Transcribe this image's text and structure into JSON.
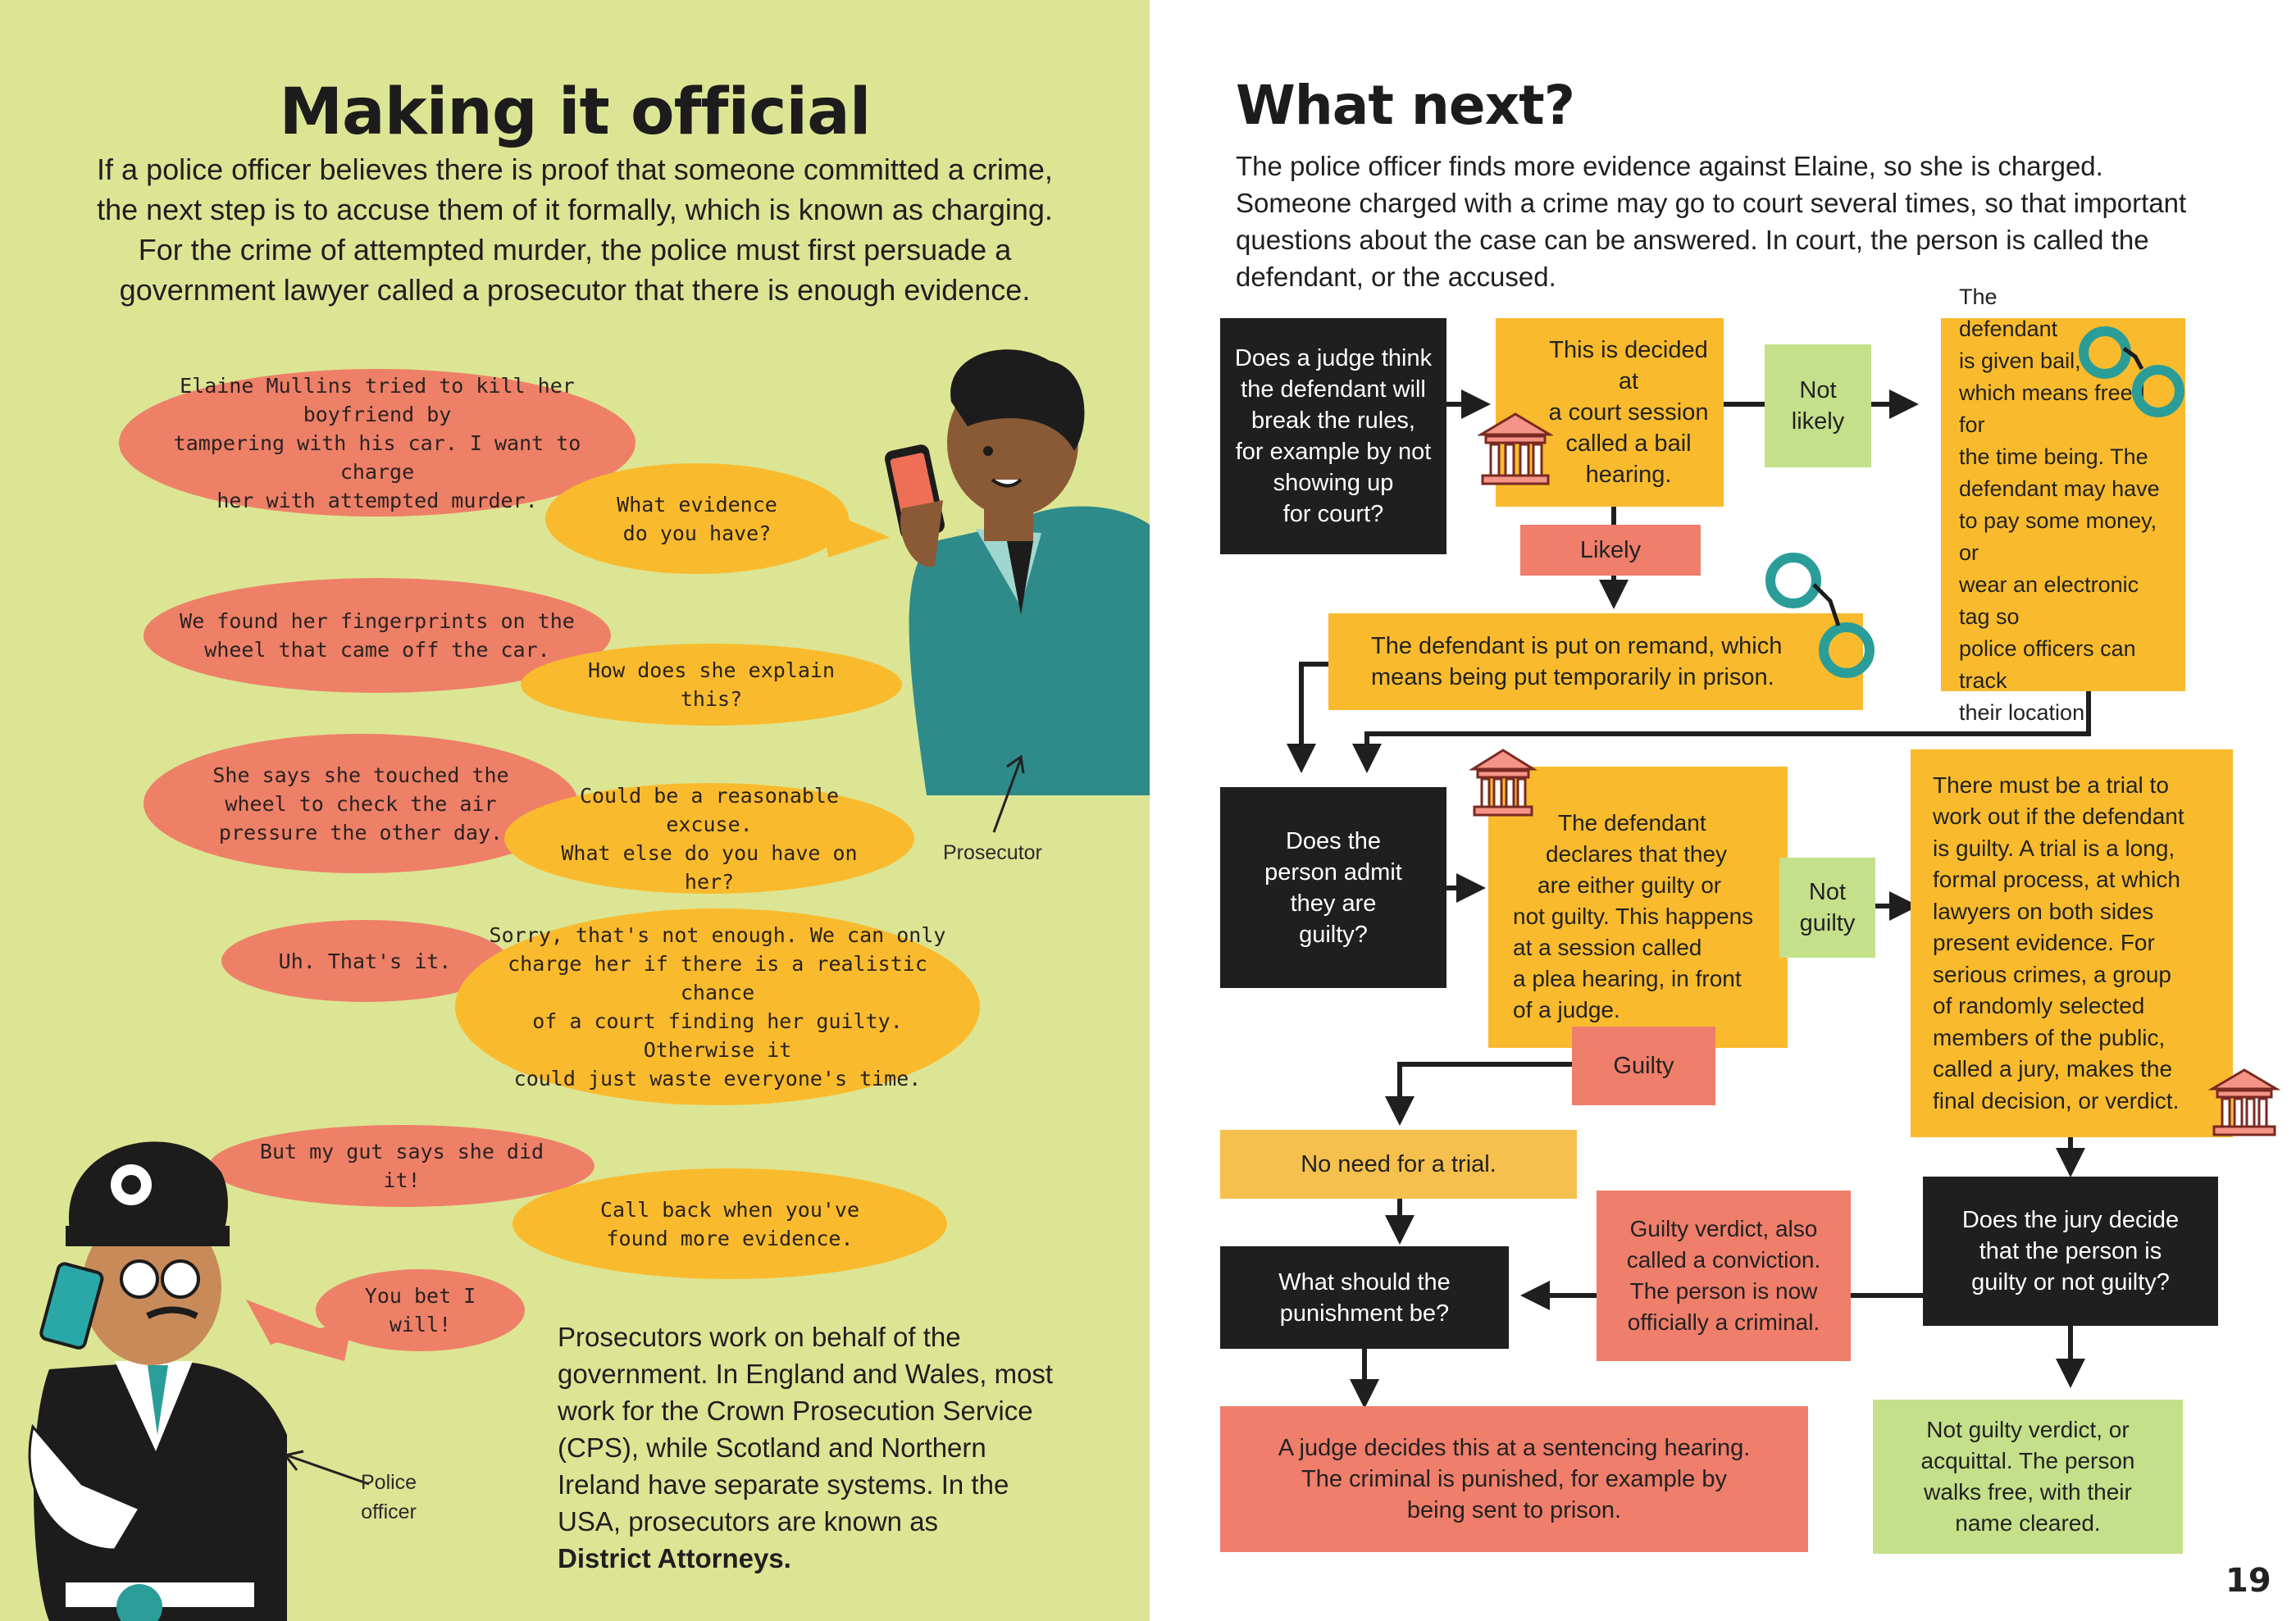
{
  "left_page": {
    "title": "Making it official",
    "intro_lines": [
      "If a police officer believes there is proof that someone committed a crime,",
      "the next step is to accuse them of it formally, which is known as charging.",
      "For the crime of attempted murder, the police must first persuade a",
      "government lawyer called a prosecutor that there is enough evidence."
    ],
    "dialogue": [
      {
        "speaker": "officer",
        "lines": [
          "Elaine Mullins tried to kill her boyfriend by",
          "tampering with his car. I want to charge",
          "her with attempted murder."
        ]
      },
      {
        "speaker": "prosecutor",
        "lines": [
          "What evidence",
          "do you have?"
        ]
      },
      {
        "speaker": "officer",
        "lines": [
          "We found her fingerprints on the",
          "wheel that came off the car."
        ]
      },
      {
        "speaker": "prosecutor",
        "lines": [
          "How does she explain this?"
        ]
      },
      {
        "speaker": "officer",
        "lines": [
          "She says she touched the",
          "wheel to check the air",
          "pressure the other day."
        ]
      },
      {
        "speaker": "prosecutor",
        "lines": [
          "Could be a reasonable excuse.",
          "What else do you have on her?"
        ]
      },
      {
        "speaker": "officer",
        "lines": [
          "Uh. That's it."
        ]
      },
      {
        "speaker": "prosecutor",
        "lines": [
          "Sorry, that's not enough. We can only",
          "charge her if there is a realistic chance",
          "of a court finding her guilty. Otherwise it",
          "could just waste everyone's time."
        ]
      },
      {
        "speaker": "officer",
        "lines": [
          "But my gut says she did it!"
        ]
      },
      {
        "speaker": "prosecutor",
        "lines": [
          "Call back when you've",
          "found more evidence."
        ]
      },
      {
        "speaker": "officer",
        "lines": [
          "You bet I will!"
        ]
      }
    ],
    "labels": {
      "prosecutor": "Prosecutor",
      "officer_line1": "Police",
      "officer_line2": "officer"
    },
    "info_lines": [
      "Prosecutors work on behalf of the",
      "government. In England and Wales, most",
      "work for the Crown Prosecution Service",
      "(CPS), while Scotland and Northern",
      "Ireland have separate systems. In the",
      "USA, prosecutors are known as",
      "District Attorneys."
    ]
  },
  "right_page": {
    "title": "What next?",
    "intro_lines": [
      "The police officer finds more evidence against Elaine, so she is charged.",
      "Someone charged with a crime may go to court several times, so that important",
      "questions about the case can be answered. In court, the person is called the",
      "defendant, or the accused."
    ],
    "flow": {
      "q_bail": [
        "Does a judge think",
        "the defendant will",
        "break the rules,",
        "for example by not",
        "showing up",
        "for court?"
      ],
      "bail_hearing": [
        "This is decided at",
        "a court session",
        "called a bail",
        "hearing."
      ],
      "not_likely": [
        "Not",
        "likely"
      ],
      "bail_given": [
        "The",
        "defendant",
        "is given bail,",
        "which means freed for",
        "the time being. The",
        "defendant may have",
        "to pay some money, or",
        "wear an electronic tag so",
        "police officers can track",
        "their location."
      ],
      "likely": "Likely",
      "remand": [
        "The defendant is put on remand, which",
        "means being put temporarily in prison."
      ],
      "q_admit": [
        "Does the",
        "person admit",
        "they are",
        "guilty?"
      ],
      "plea": [
        "The defendant",
        "declares that they",
        "are either guilty or",
        "not guilty. This happens",
        "at a session called",
        "a plea hearing, in front",
        "of a judge."
      ],
      "not_guilty_label": [
        "Not",
        "guilty"
      ],
      "trial": [
        "There must be a trial to",
        "work out if the defendant",
        "is guilty. A trial is a long,",
        "formal process, at which",
        "lawyers on both sides",
        "present evidence. For",
        "serious crimes, a group",
        "of randomly selected",
        "members of the public,",
        "called a jury, makes the",
        "final decision, or verdict."
      ],
      "guilty_label": "Guilty",
      "no_trial": "No need for a trial.",
      "q_punish": [
        "What should the",
        "punishment be?"
      ],
      "guilty_verdict": [
        "Guilty verdict, also",
        "called a conviction.",
        "The person is now",
        "officially a criminal."
      ],
      "q_jury": [
        "Does the jury decide",
        "that the person is",
        "guilty or not guilty?"
      ],
      "sentencing": [
        "A judge decides this at a sentencing hearing.",
        "The criminal is punished, for example by",
        "being sent to prison."
      ],
      "acquittal": [
        "Not guilty verdict, or",
        "acquittal. The person",
        "walks free, with their",
        "name cleared."
      ]
    },
    "page_number": "19"
  },
  "colors": {
    "left_bg": "#dce594",
    "pink": "#ee8068",
    "gold": "#f9bb2d",
    "black": "#1f1f1f",
    "green": "#c5e08a",
    "teal": "#2a9d98"
  }
}
